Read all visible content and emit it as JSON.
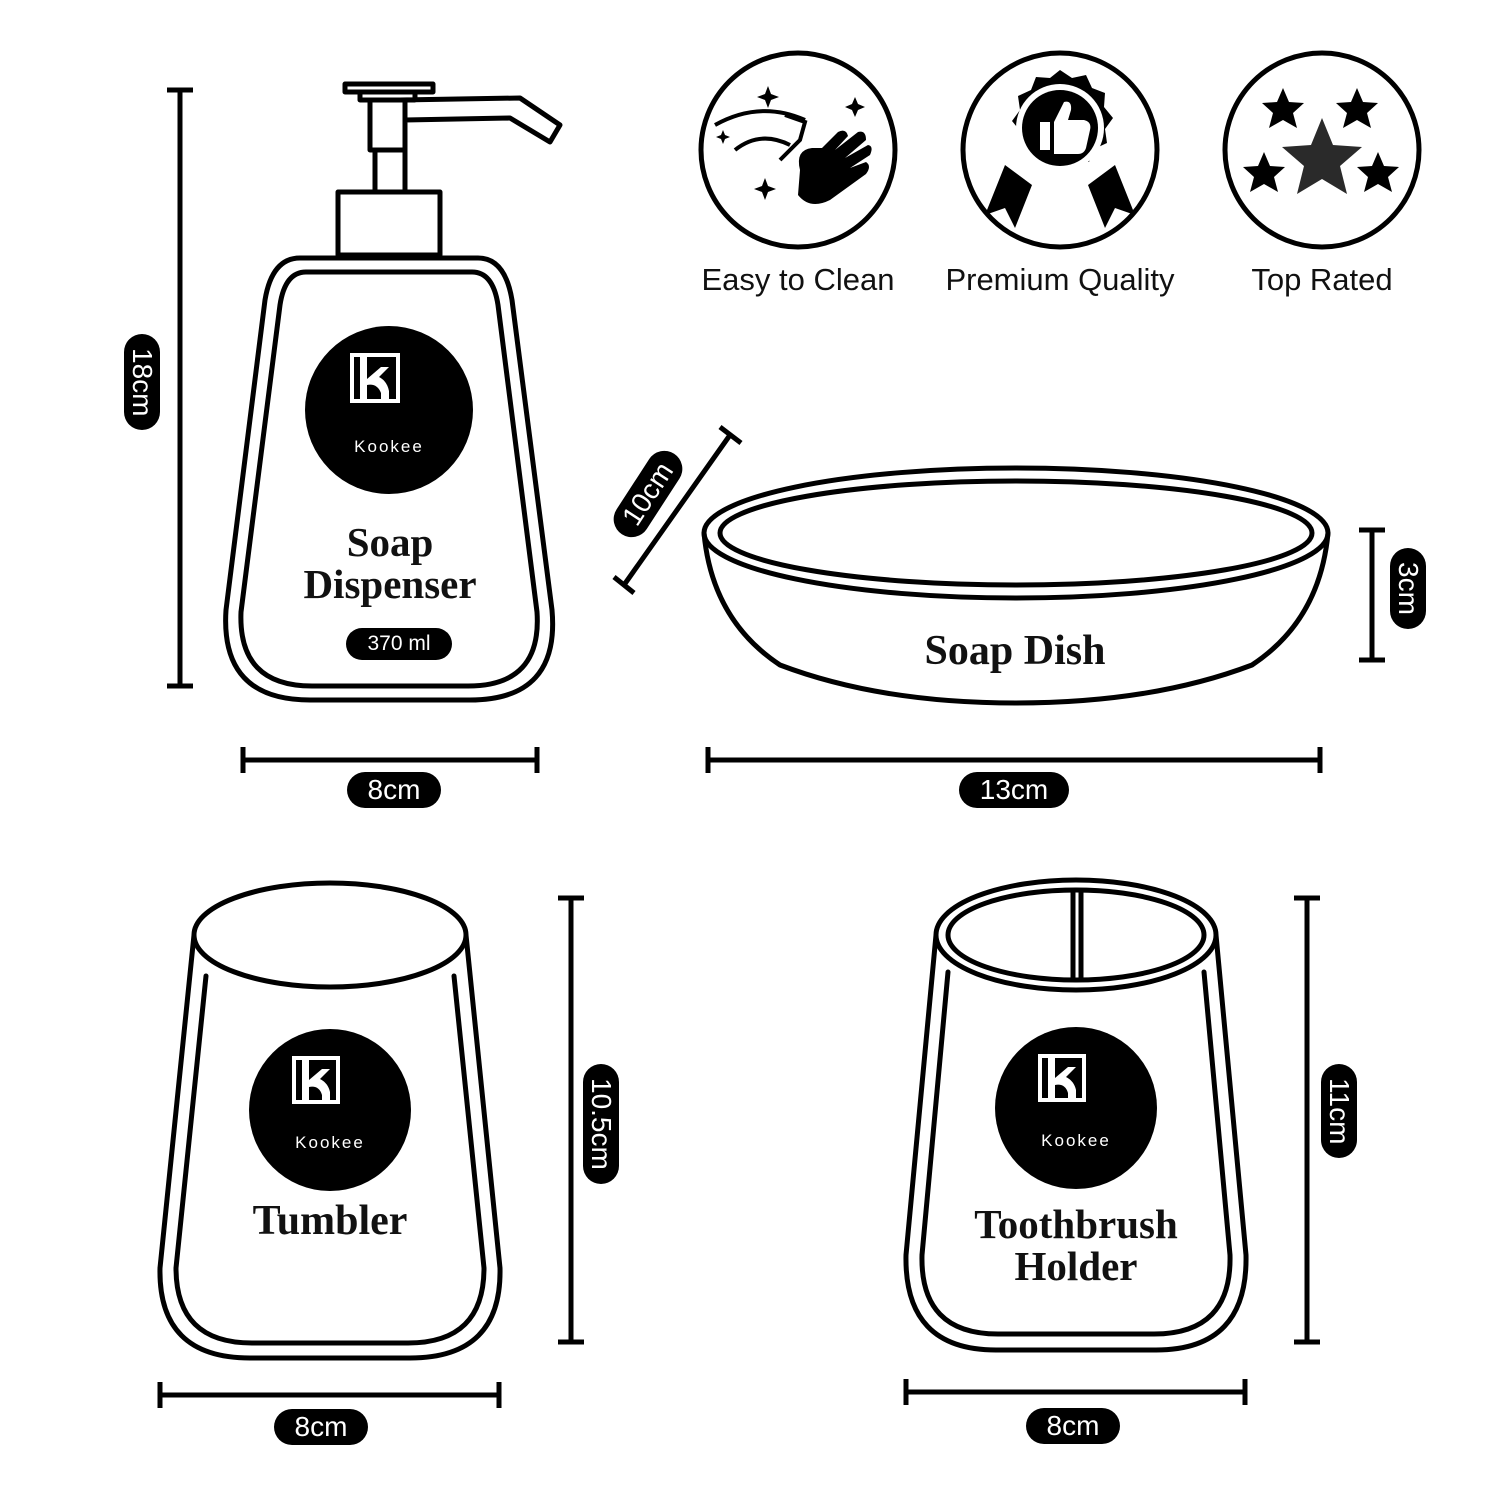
{
  "features": [
    {
      "label": "Easy to Clean",
      "icon": "hand-wipe-sparkle-icon"
    },
    {
      "label": "Premium Quality",
      "icon": "thumbs-up-rosette-icon"
    },
    {
      "label": "Top Rated",
      "icon": "five-stars-icon"
    }
  ],
  "brand": {
    "name": "Kookee",
    "mark": "K"
  },
  "products": {
    "soap_dispenser": {
      "title_line1": "Soap",
      "title_line2": "Dispenser",
      "volume": "370 ml",
      "height": "18cm",
      "width": "8cm"
    },
    "soap_dish": {
      "title": "Soap Dish",
      "depth": "10cm",
      "height": "3cm",
      "width": "13cm"
    },
    "tumbler": {
      "title": "Tumbler",
      "height": "10.5cm",
      "width": "8cm"
    },
    "toothbrush_holder": {
      "title_line1": "Toothbrush",
      "title_line2": "Holder",
      "height": "11cm",
      "width": "8cm"
    }
  },
  "colors": {
    "ink": "#000000",
    "background": "#ffffff"
  }
}
